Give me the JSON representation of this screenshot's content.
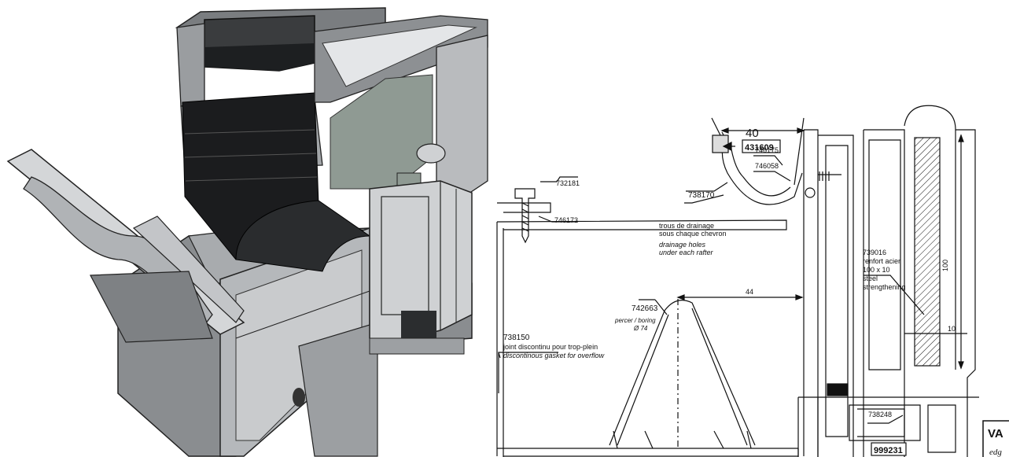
{
  "left_render": {},
  "section": {
    "dimensions": {
      "top_width": "40",
      "gap": "44",
      "height": "100",
      "thickness": "10"
    },
    "parts": {
      "p431609": "431609",
      "p746175": "746175",
      "p746058": "746058",
      "p738170": "738170",
      "p732181": "732181",
      "p746173": "746173",
      "p739016": "739016",
      "p742663": "742663",
      "p738150": "738150",
      "p738248": "738248",
      "p999231": "999231"
    },
    "notes": {
      "drain_fr_1": "trous de drainage",
      "drain_fr_2": "sous chaque chevron",
      "drain_en_1": "drainage holes",
      "drain_en_2": "under each rafter",
      "steel_1": "renfort acier",
      "steel_2": "100 x 10",
      "steel_3": "steel",
      "steel_4": "strengthening",
      "bore_fr": "percer / boring",
      "bore_dia": "Ø 74",
      "gasket_fr": "joint discontinu pour trop-plein",
      "gasket_en": "discontinous gasket for overflow"
    },
    "corner_box": {
      "label": "VA",
      "sub": "edg"
    }
  }
}
